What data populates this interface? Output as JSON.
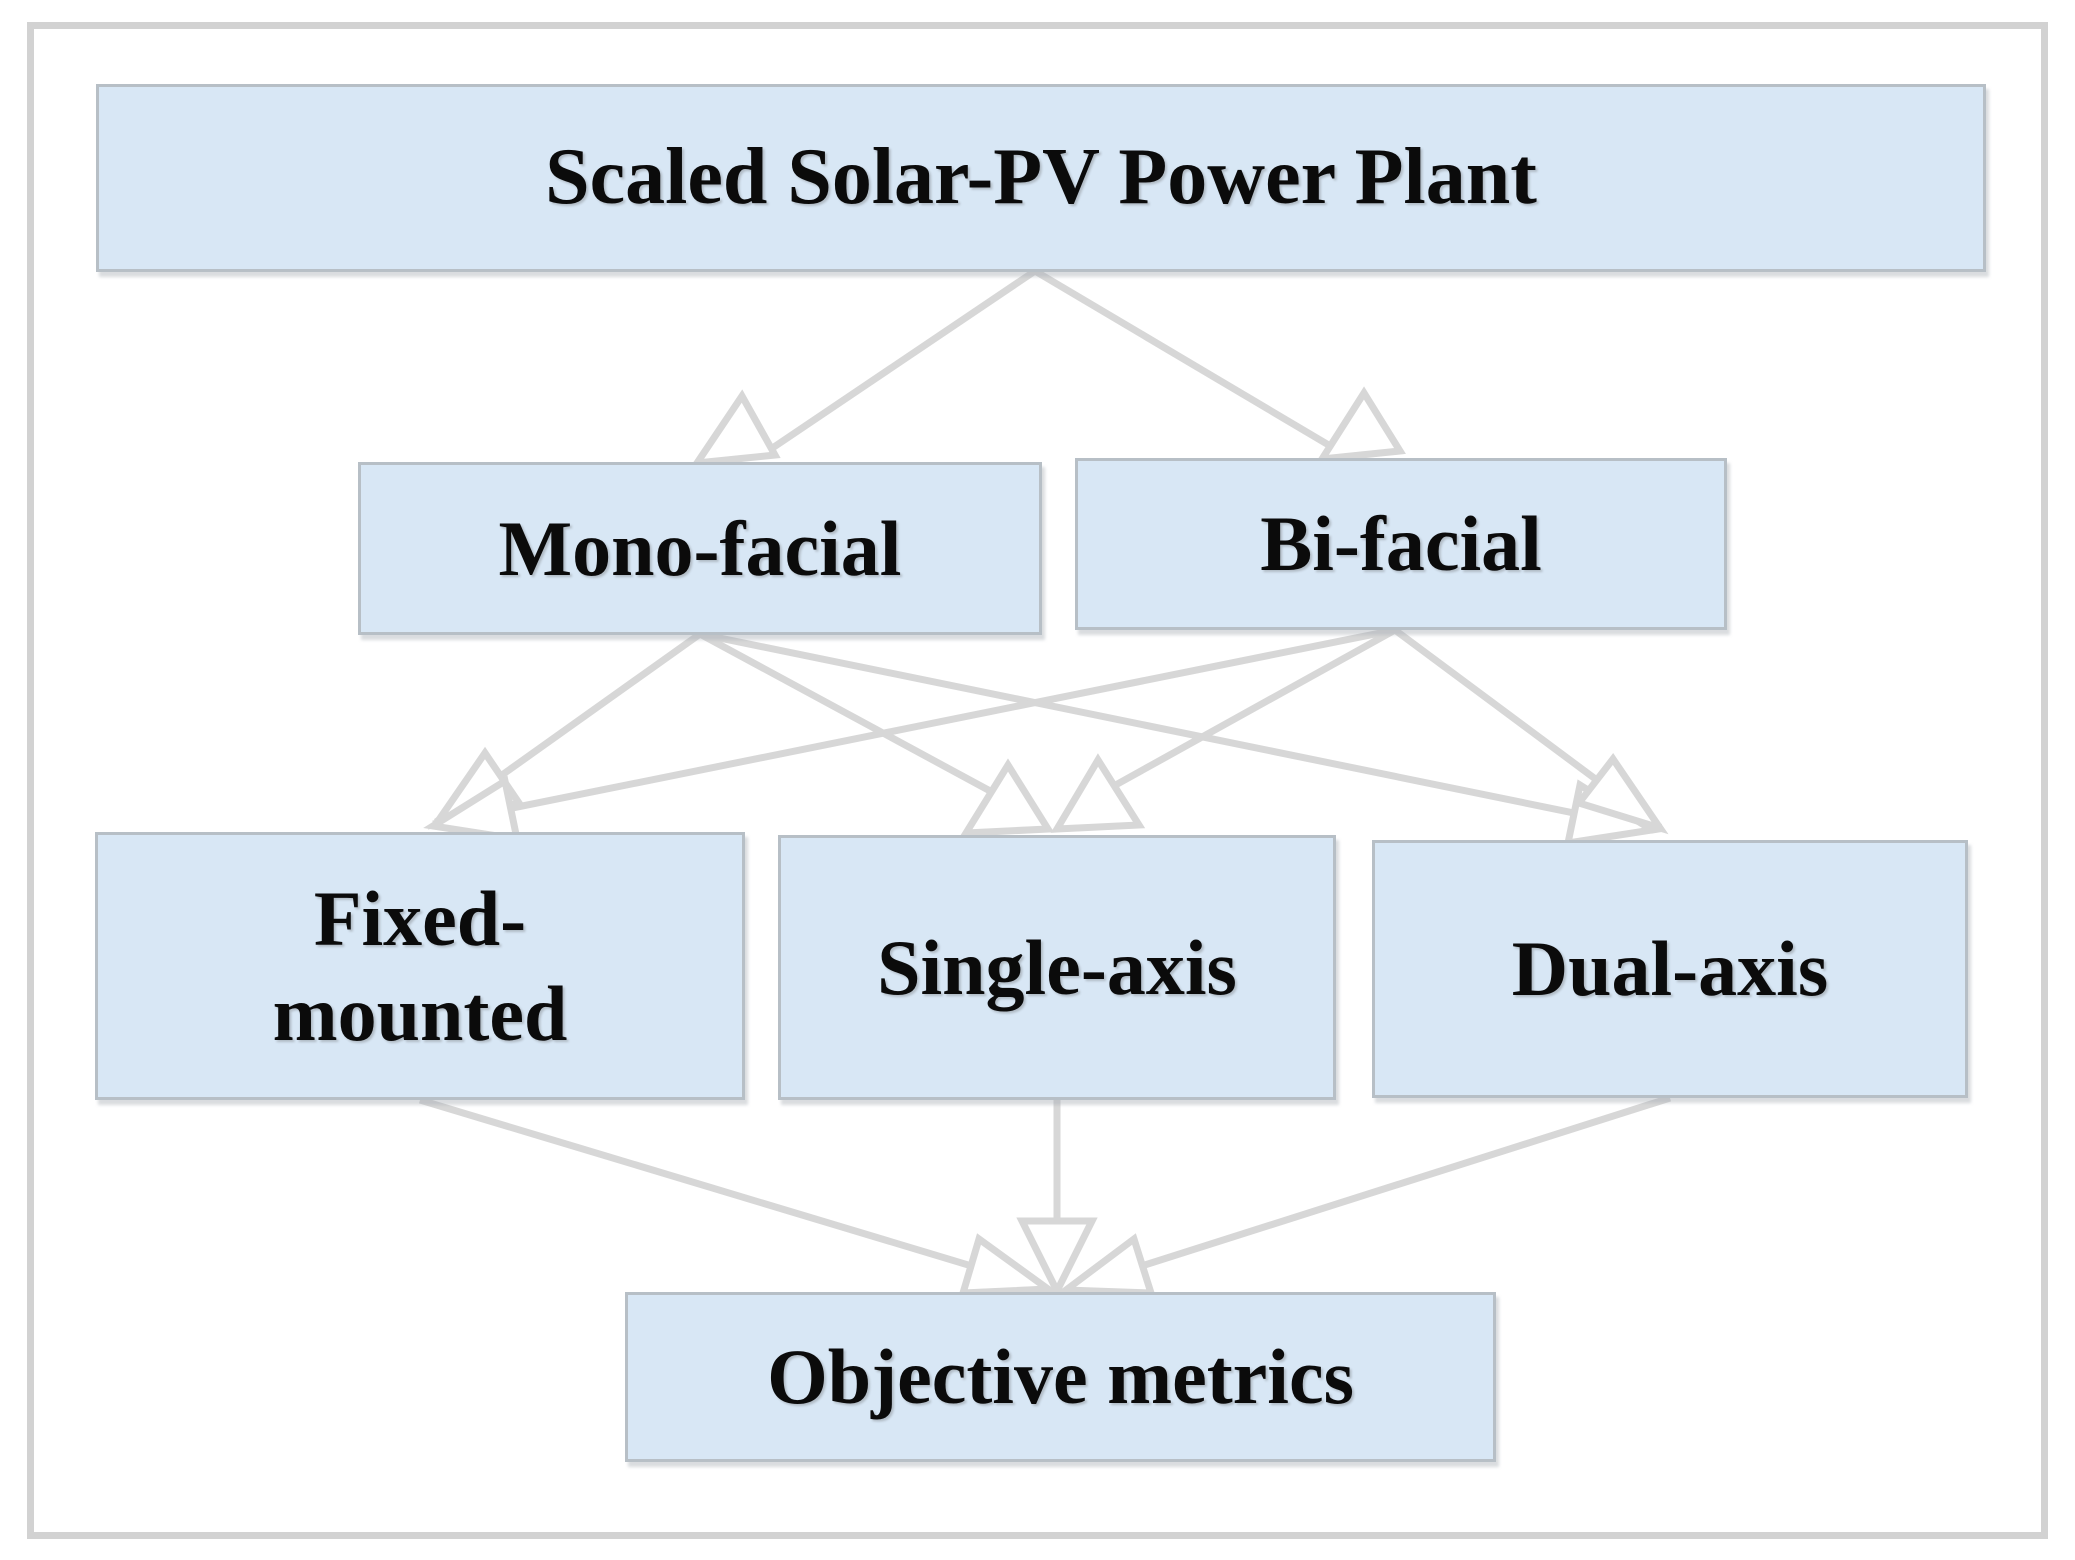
{
  "figure": {
    "type": "hierarchy-flowchart",
    "background_color": "#ffffff",
    "frame_border_color": "#d2d2d2",
    "node_fill_color": "#d8e7f5",
    "node_border_color": "#b7bfc6",
    "connector_color": "#d7d7d7",
    "arrowhead_style": "open-hollow-triangle",
    "text_color": "#0b0b0b"
  },
  "nodes": {
    "root": {
      "label": "Scaled Solar-PV Power Plant",
      "level": 1
    },
    "mono": {
      "label": "Mono-facial",
      "level": 2
    },
    "bi": {
      "label": "Bi-facial",
      "level": 2
    },
    "fixed": {
      "label": "Fixed-\nmounted",
      "level": 3
    },
    "single": {
      "label": "Single-axis",
      "level": 3
    },
    "dual": {
      "label": "Dual-axis",
      "level": 3
    },
    "objective": {
      "label": "Objective metrics",
      "level": 4
    }
  },
  "edges": [
    {
      "from": "Scaled Solar-PV Power Plant",
      "to": "Mono-facial"
    },
    {
      "from": "Scaled Solar-PV Power Plant",
      "to": "Bi-facial"
    },
    {
      "from": "Mono-facial",
      "to": "Fixed-mounted"
    },
    {
      "from": "Mono-facial",
      "to": "Single-axis"
    },
    {
      "from": "Mono-facial",
      "to": "Dual-axis"
    },
    {
      "from": "Bi-facial",
      "to": "Fixed-mounted"
    },
    {
      "from": "Bi-facial",
      "to": "Single-axis"
    },
    {
      "from": "Bi-facial",
      "to": "Dual-axis"
    },
    {
      "from": "Fixed-mounted",
      "to": "Objective metrics"
    },
    {
      "from": "Single-axis",
      "to": "Objective metrics"
    },
    {
      "from": "Dual-axis",
      "to": "Objective metrics"
    }
  ]
}
